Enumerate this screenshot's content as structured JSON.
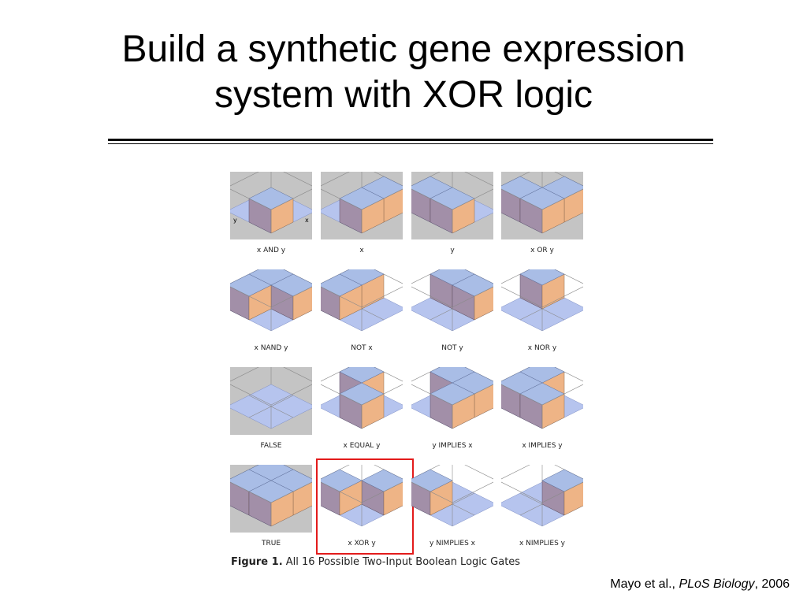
{
  "slide": {
    "title_line1": "Build a synthetic gene expression",
    "title_line2": "system with XOR logic"
  },
  "figure": {
    "axis_y": "y",
    "axis_x": "x",
    "gates": [
      {
        "label": "x AND y",
        "output": [
          0,
          0,
          0,
          1
        ],
        "grey": true
      },
      {
        "label": "x",
        "output": [
          0,
          1,
          0,
          1
        ],
        "grey": true
      },
      {
        "label": "y",
        "output": [
          0,
          0,
          1,
          1
        ],
        "grey": true
      },
      {
        "label": "x OR y",
        "output": [
          0,
          1,
          1,
          1
        ],
        "grey": true
      },
      {
        "label": "x NAND y",
        "output": [
          1,
          1,
          1,
          0
        ],
        "grey": false
      },
      {
        "label": "NOT x",
        "output": [
          1,
          0,
          1,
          0
        ],
        "grey": false
      },
      {
        "label": "NOT y",
        "output": [
          1,
          1,
          0,
          0
        ],
        "grey": false
      },
      {
        "label": "x NOR y",
        "output": [
          1,
          0,
          0,
          0
        ],
        "grey": false
      },
      {
        "label": "FALSE",
        "output": [
          0,
          0,
          0,
          0
        ],
        "grey": true
      },
      {
        "label": "x EQUAL y",
        "output": [
          1,
          0,
          0,
          1
        ],
        "grey": false
      },
      {
        "label": "y IMPLIES x",
        "output": [
          1,
          1,
          0,
          1
        ],
        "grey": false
      },
      {
        "label": "x IMPLIES y",
        "output": [
          1,
          0,
          1,
          1
        ],
        "grey": false
      },
      {
        "label": "TRUE",
        "output": [
          1,
          1,
          1,
          1
        ],
        "grey": true
      },
      {
        "label": "x XOR y",
        "output": [
          0,
          1,
          1,
          0
        ],
        "grey": false
      },
      {
        "label": "y NIMPLIES x",
        "output": [
          0,
          0,
          1,
          0
        ],
        "grey": false
      },
      {
        "label": "x NIMPLIES y",
        "output": [
          0,
          1,
          0,
          0
        ],
        "grey": false
      }
    ],
    "highlighted_gate": "x XOR y",
    "highlight_color": "#e31b1b",
    "caption_prefix": "Figure 1.",
    "caption_text": "All 16 Possible Two-Input Boolean Logic Gates",
    "colors": {
      "top_face": "#a9bde6",
      "left_face": "#a28fa8",
      "right_face": "#eeb486",
      "floor": "#b6c4ee",
      "grey_bg": "#c4c4c4"
    }
  },
  "citation": {
    "authors": "Mayo et al.,",
    "journal": "PLoS Biology",
    "year": ", 2006"
  }
}
